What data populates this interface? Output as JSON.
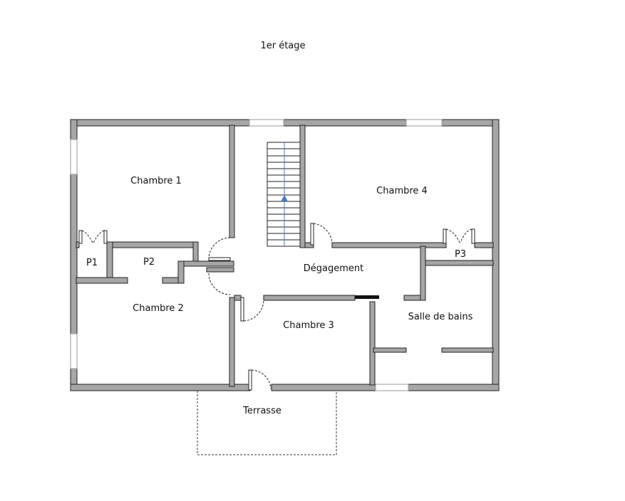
{
  "title": "1er étage",
  "rooms": {
    "chambre1": "Chambre 1",
    "chambre2": "Chambre 2",
    "chambre3": "Chambre 3",
    "chambre4": "Chambre 4",
    "p1": "P1",
    "p2": "P2",
    "p3": "P3",
    "degagement": "Dégagement",
    "salle_de_bains": "Salle de bains",
    "terrasse": "Terrasse"
  },
  "colors": {
    "wall": "#a6a6a6",
    "outline": "#222222",
    "stair_arrow": "#4a78c2"
  }
}
